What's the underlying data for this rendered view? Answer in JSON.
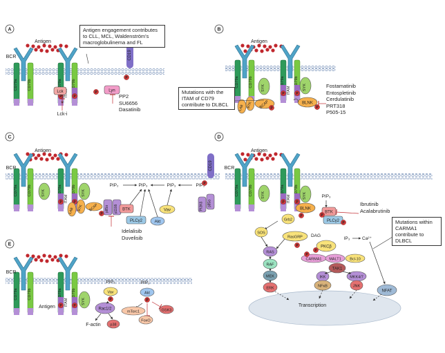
{
  "panels": {
    "A": {
      "letter": "A",
      "antigen": "Antigen",
      "bcr": "BCR",
      "note": "Antigen engagement contributes to CLL, MCL, Waldenström's macroglobulinema and FL",
      "drugs": [
        "PP2",
        "SU6656",
        "Dasatinib"
      ],
      "lck_inhibitor": "Lck-i"
    },
    "B": {
      "letter": "B",
      "antigen": "Antigen",
      "note": "Mutations with the ITAM of CD79 contribute to DLBCL",
      "drugs": [
        "Fostamatinib",
        "Entospletinib",
        "Cerdulatinib",
        "PRT318",
        "P505-15"
      ]
    },
    "C": {
      "letter": "C",
      "antigen": "Antigen",
      "bcr": "BCR",
      "drugs": [
        "Idelalisib",
        "Duvelisib"
      ]
    },
    "D": {
      "letter": "D",
      "antigen": "Antigen",
      "bcr": "BCR",
      "note": "Mutations within CARMA1 contribute to DLBCL",
      "drugs": [
        "Ibrutinib",
        "Acalabrutinib"
      ],
      "transcription": "Transcription"
    },
    "E": {
      "letter": "E",
      "antigen": "Antigen",
      "bcr": "BCR"
    }
  },
  "labels": {
    "cd79a": "CD79a",
    "cd79b": "CD79b",
    "itam": "ITAM",
    "p": "P",
    "lck": "Lck",
    "lyn": "Lyn",
    "cd19": "CD19",
    "syk": "SYK",
    "lab": "LAB",
    "btk": "BTK",
    "bcap": "BCAP",
    "blnk": "BLNK",
    "plcg2": "PLCγ2",
    "pip2": "PIP₂",
    "pip3": "PIP₃",
    "vav": "Vav",
    "akt": "Akt",
    "p85a": "p85α",
    "p110d": "p110δ",
    "pi3kd": "PI3Kδ",
    "p85a2": "p85α",
    "grb2": "Grb2",
    "sos": "SOS",
    "rasgrp": "RasGRP",
    "ras": "RAS",
    "raf": "RAF",
    "mek": "MEK",
    "erk": "ERK",
    "dag": "DAG",
    "ip3": "IP₃",
    "ca": "Ca²⁺",
    "pkcb": "PKCβ",
    "carma1": "CARMA1",
    "malt1": "MALT1",
    "bcl10": "Bcl-10",
    "tak1": "TAK1",
    "ikk": "IKK",
    "nfkb": "NFκB",
    "mkk47": "MKK4/7",
    "jnk": "JNK",
    "nfat": "NFAT",
    "rac12": "Rac1/2",
    "factin": "F-actin",
    "p38": "p38",
    "mtorc1": "mTorc1",
    "foxo": "FoxO",
    "gsk3": "GSK3"
  },
  "colors": {
    "cd79a": "#2e9a5a",
    "cd79b": "#7ac943",
    "bcr": "#4fa3c7",
    "antigen": "#c0272d",
    "phos": "#d63b3b",
    "syk": "#9fd46b",
    "membrane": "#8fa7c8",
    "nucleus": "#dfe6ee"
  }
}
